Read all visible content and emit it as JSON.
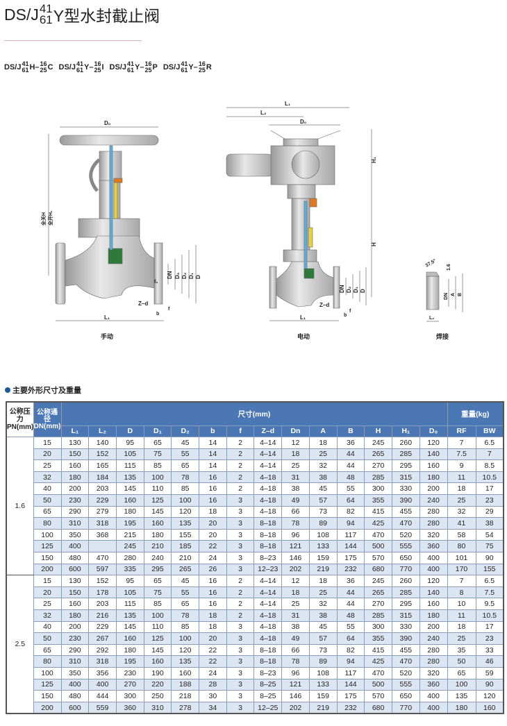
{
  "title": {
    "prefix": "DS/J",
    "top": "41",
    "bottom": "61",
    "suffix": "Y型水封截止阀"
  },
  "models": [
    {
      "prefix": "DS/J",
      "top": "41",
      "bottom": "61",
      "mid": "H–",
      "top2": "16",
      "bottom2": "25",
      "suffix": "C"
    },
    {
      "prefix": "DS/J",
      "top": "41",
      "bottom": "61",
      "mid": "Y–",
      "top2": "16",
      "bottom2": "25",
      "suffix": "I"
    },
    {
      "prefix": "DS/J",
      "top": "41",
      "bottom": "61",
      "mid": "Y–",
      "top2": "16",
      "bottom2": "25",
      "suffix": "P"
    },
    {
      "prefix": "DS/J",
      "top": "41",
      "bottom": "61",
      "mid": "Y–",
      "top2": "16",
      "bottom2": "25",
      "suffix": "R"
    }
  ],
  "diagrams": {
    "manual": {
      "caption": "手动",
      "D0": "D₀",
      "L1": "L₁",
      "H": "全关H",
      "H1": "全开H₁",
      "DN": "DN",
      "D6": "D₆",
      "D2": "D₂",
      "D1": "D₁",
      "D": "D",
      "f2": "f₂",
      "Zd": "Z–d",
      "b": "b",
      "f": "f"
    },
    "electric": {
      "caption": "电动",
      "L1": "L₁",
      "L2": "L₂",
      "D0": "D₀",
      "H1": "H₁",
      "H": "H",
      "DN": "DN",
      "D2": "D₂",
      "D1": "D₁",
      "D": "D",
      "Zd": "Z–d",
      "b": "b",
      "f": "f",
      "L1b": "L₁"
    },
    "weld": {
      "caption": "焊接",
      "angle": "37.5°",
      "t": "1.6",
      "DN": "DN",
      "A": "A",
      "B": "B",
      "L2": "L₂"
    }
  },
  "section_title": "主要外形尺寸及重量",
  "table": {
    "h_pn": "公称压力PN(mm)",
    "h_dn": "公称通径DN(mm)",
    "h_dims": "尺寸(mm)",
    "h_weight": "重量(kg)",
    "cols": [
      "L₁",
      "L₂",
      "D",
      "D₁",
      "D₂",
      "b",
      "f",
      "Z–d",
      "Dn",
      "A",
      "B",
      "H",
      "H₁",
      "D₀",
      "RF",
      "BW"
    ],
    "groups": [
      {
        "pn": "1.6",
        "rows": [
          [
            "15",
            "130",
            "140",
            "95",
            "65",
            "45",
            "14",
            "2",
            "4–14",
            "12",
            "18",
            "36",
            "245",
            "260",
            "120",
            "7",
            "6.5"
          ],
          [
            "20",
            "150",
            "152",
            "105",
            "75",
            "55",
            "14",
            "2",
            "4–14",
            "18",
            "25",
            "44",
            "265",
            "285",
            "140",
            "7.5",
            "7"
          ],
          [
            "25",
            "160",
            "165",
            "115",
            "85",
            "65",
            "14",
            "2",
            "4–14",
            "25",
            "32",
            "44",
            "270",
            "295",
            "160",
            "9",
            "8.5"
          ],
          [
            "32",
            "180",
            "184",
            "135",
            "100",
            "78",
            "16",
            "2",
            "4–18",
            "31",
            "38",
            "48",
            "285",
            "315",
            "180",
            "11",
            "10.5"
          ],
          [
            "40",
            "200",
            "203",
            "145",
            "110",
            "85",
            "16",
            "2",
            "4–18",
            "38",
            "45",
            "55",
            "300",
            "330",
            "200",
            "18",
            "17"
          ],
          [
            "50",
            "230",
            "229",
            "160",
            "125",
            "100",
            "16",
            "3",
            "4–18",
            "49",
            "57",
            "64",
            "355",
            "390",
            "240",
            "25",
            "23"
          ],
          [
            "65",
            "290",
            "279",
            "180",
            "145",
            "120",
            "18",
            "3",
            "4–18",
            "66",
            "73",
            "82",
            "415",
            "455",
            "280",
            "32",
            "29"
          ],
          [
            "80",
            "310",
            "318",
            "195",
            "160",
            "135",
            "20",
            "3",
            "8–18",
            "78",
            "89",
            "94",
            "425",
            "470",
            "280",
            "41",
            "38"
          ],
          [
            "100",
            "350",
            "368",
            "215",
            "180",
            "155",
            "20",
            "3",
            "8–18",
            "96",
            "108",
            "117",
            "470",
            "520",
            "320",
            "58",
            "54"
          ],
          [
            "125",
            "400",
            "",
            "245",
            "210",
            "185",
            "22",
            "3",
            "8–18",
            "121",
            "133",
            "144",
            "500",
            "555",
            "360",
            "80",
            "75"
          ],
          [
            "150",
            "480",
            "470",
            "280",
            "240",
            "210",
            "24",
            "3",
            "8–23",
            "146",
            "159",
            "175",
            "570",
            "650",
            "400",
            "101",
            "90"
          ],
          [
            "200",
            "600",
            "597",
            "335",
            "295",
            "265",
            "26",
            "3",
            "12–23",
            "202",
            "219",
            "232",
            "680",
            "770",
            "400",
            "170",
            "155"
          ]
        ]
      },
      {
        "pn": "2.5",
        "rows": [
          [
            "15",
            "130",
            "152",
            "95",
            "65",
            "45",
            "16",
            "2",
            "4–14",
            "12",
            "18",
            "36",
            "245",
            "260",
            "120",
            "7",
            "6.5"
          ],
          [
            "20",
            "150",
            "178",
            "105",
            "75",
            "55",
            "16",
            "2",
            "4–14",
            "18",
            "25",
            "44",
            "265",
            "285",
            "140",
            "8",
            "7.5"
          ],
          [
            "25",
            "160",
            "203",
            "115",
            "85",
            "65",
            "16",
            "2",
            "4–14",
            "25",
            "32",
            "44",
            "270",
            "295",
            "160",
            "10",
            "9.5"
          ],
          [
            "32",
            "180",
            "216",
            "135",
            "100",
            "78",
            "18",
            "2",
            "4–18",
            "31",
            "38",
            "48",
            "285",
            "315",
            "180",
            "11",
            "10.5"
          ],
          [
            "40",
            "200",
            "229",
            "145",
            "110",
            "85",
            "18",
            "3",
            "4–18",
            "38",
            "45",
            "55",
            "300",
            "330",
            "200",
            "18",
            "17"
          ],
          [
            "50",
            "230",
            "267",
            "160",
            "125",
            "100",
            "20",
            "3",
            "4–18",
            "49",
            "57",
            "64",
            "355",
            "390",
            "240",
            "25",
            "23"
          ],
          [
            "65",
            "290",
            "292",
            "180",
            "145",
            "120",
            "22",
            "3",
            "8–18",
            "66",
            "73",
            "82",
            "415",
            "455",
            "280",
            "35",
            "33"
          ],
          [
            "80",
            "310",
            "318",
            "195",
            "160",
            "135",
            "22",
            "3",
            "8–18",
            "78",
            "89",
            "94",
            "425",
            "470",
            "280",
            "50",
            "46"
          ],
          [
            "100",
            "350",
            "356",
            "230",
            "190",
            "160",
            "24",
            "3",
            "8–23",
            "96",
            "108",
            "117",
            "470",
            "520",
            "320",
            "65",
            "59"
          ],
          [
            "125",
            "400",
            "400",
            "270",
            "220",
            "188",
            "28",
            "3",
            "8–25",
            "121",
            "133",
            "144",
            "500",
            "555",
            "360",
            "100",
            "90"
          ],
          [
            "150",
            "480",
            "444",
            "300",
            "250",
            "218",
            "30",
            "3",
            "8–25",
            "146",
            "159",
            "175",
            "570",
            "650",
            "400",
            "135",
            "120"
          ],
          [
            "200",
            "600",
            "559",
            "360",
            "310",
            "278",
            "34",
            "3",
            "12–25",
            "202",
            "219",
            "232",
            "680",
            "770",
            "400",
            "180",
            "160"
          ]
        ]
      }
    ]
  }
}
